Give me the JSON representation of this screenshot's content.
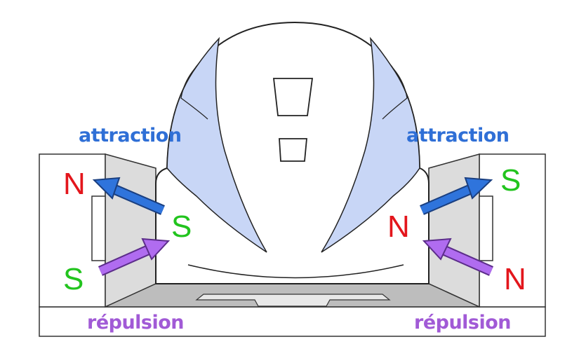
{
  "labels": {
    "attraction_left": "attraction",
    "attraction_right": "attraction",
    "repulsion_left": "répulsion",
    "repulsion_right": "répulsion"
  },
  "poles": {
    "left_wall_top": "N",
    "left_wall_bottom": "S",
    "train_left": "S",
    "train_right": "N",
    "right_wall_top": "S",
    "right_wall_bottom": "N"
  },
  "colors": {
    "attraction": "#2f6fd6",
    "repulsion": "#a15ad6",
    "north": "#e3161c",
    "south": "#22c41e",
    "arrow_blue": "#2f74dc",
    "arrow_purple": "#b06cf0",
    "train_stripe": "#c8d6f6",
    "guideway": "#dcdcdc"
  }
}
